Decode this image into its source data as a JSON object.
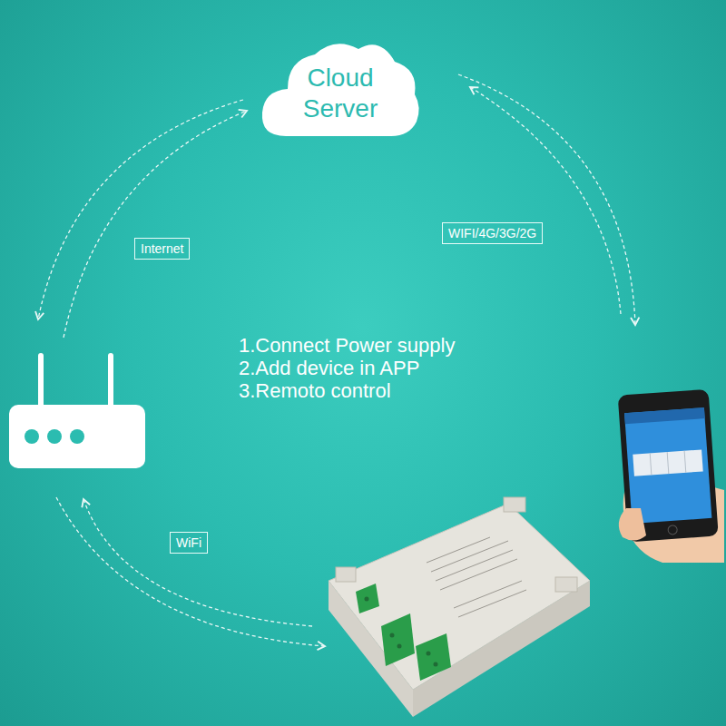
{
  "diagram": {
    "nodes": [
      {
        "text": [
          "Cloud Server"
        ]
      }
    ],
    "labels": [
      "Internet",
      "WIFI/4G/3G/2G",
      "1.Connect Power supply",
      "2.Add device in APP",
      "3.Remoto control",
      "WiFi"
    ]
  }
}
